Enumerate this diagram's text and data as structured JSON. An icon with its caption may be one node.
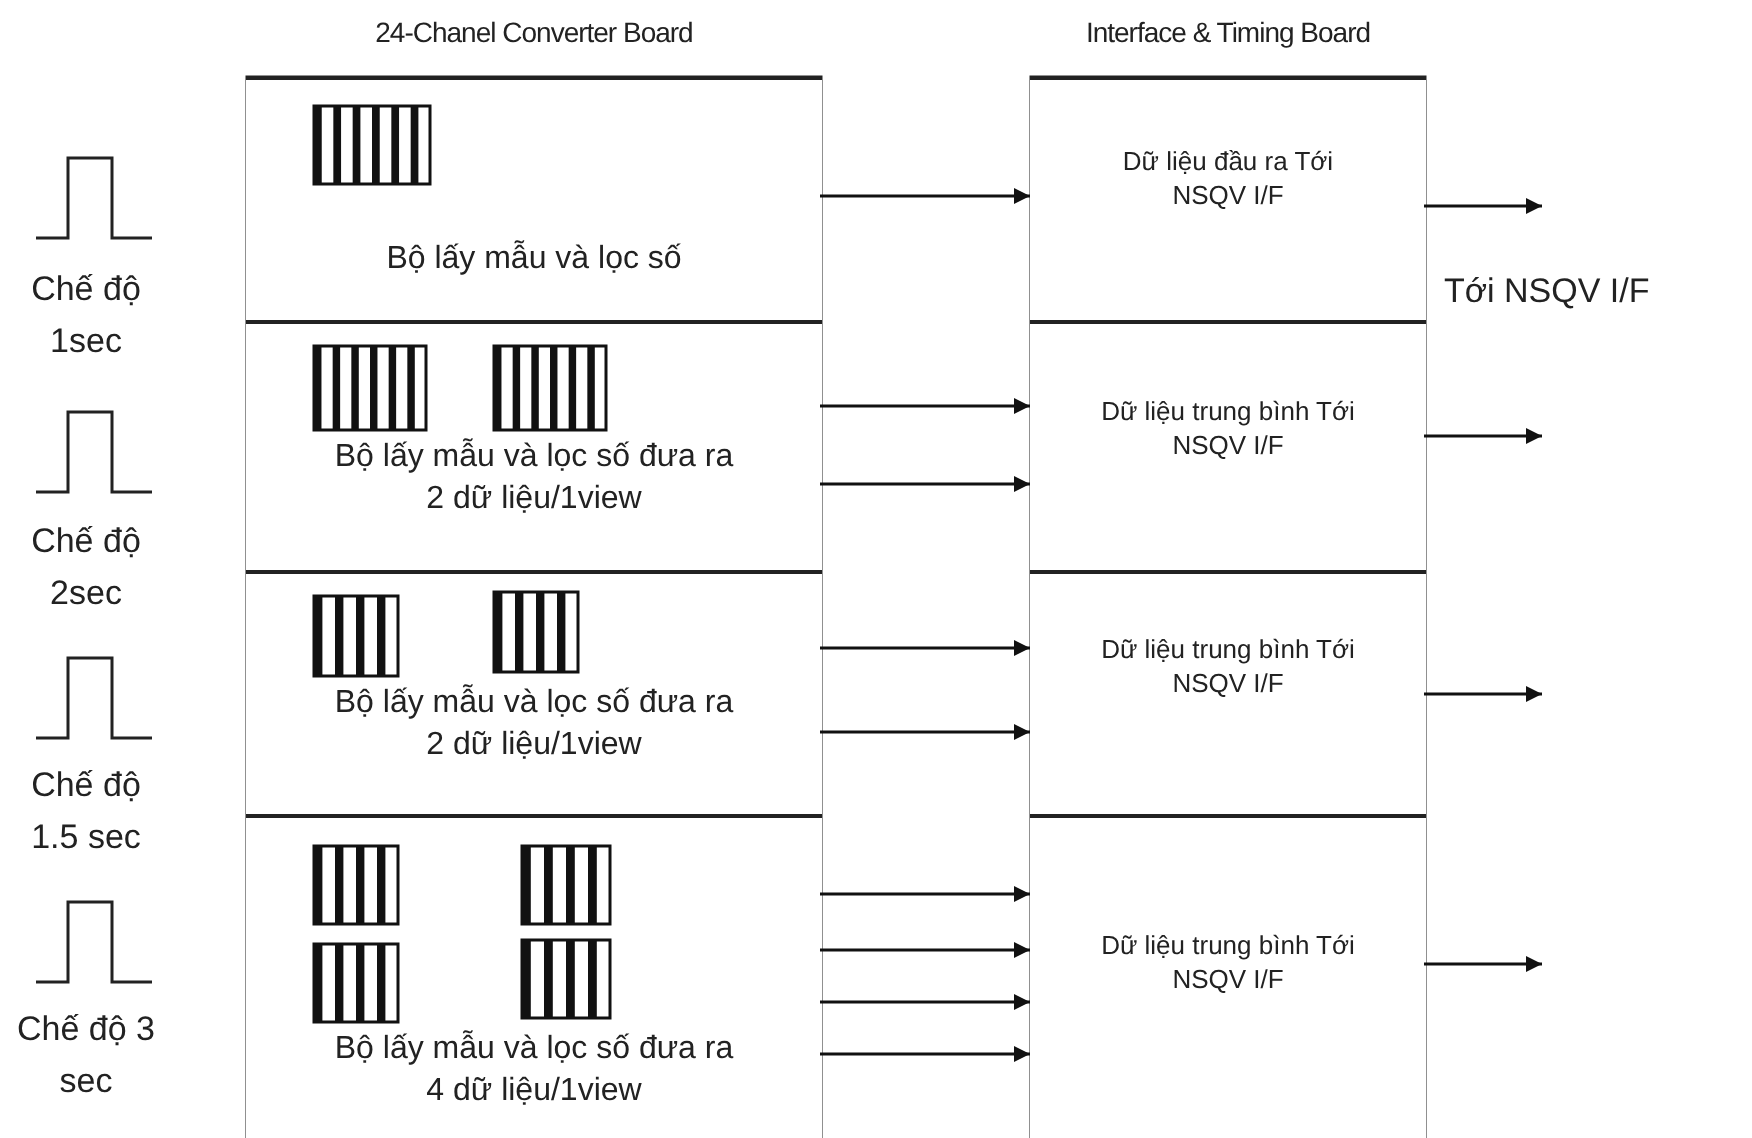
{
  "diagram": {
    "nodes": [
      {
        "text": [
          "24-Chanel Converter Board"
        ]
      },
      {
        "text": [
          "Bộ lấy mẫu và lọc số"
        ],
        "in": 0
      },
      {
        "text": [
          "Bộ lấy mẫu và lọc số đưa ra 2 dữ liệu/1view"
        ],
        "in": 0
      },
      {
        "text": [
          "Bộ lấy mẫu và lọc số đưa ra 2 dữ liệu/1view"
        ],
        "in": 0
      },
      {
        "text": [
          "Bộ lấy mẫu và lọc số đưa ra 4 dữ liệu/1view"
        ],
        "in": 0
      },
      {
        "text": [
          "Interface & Timing Board"
        ]
      },
      {
        "text": [
          "Dữ liệu đầu ra Tới NSQV I/F"
        ],
        "in": 5
      },
      {
        "text": [
          "Dữ liệu trung bình Tới NSQV I/F"
        ],
        "in": 5
      },
      {
        "text": [
          "Dữ liệu trung bình Tới NSQV I/F"
        ],
        "in": 5
      },
      {
        "text": [
          "Dữ liệu trung bình Tới NSQV I/F"
        ],
        "in": 5
      }
    ],
    "edges": [
      {
        "from": 1,
        "to": 6,
        "arrow": "to"
      },
      {
        "from": 2,
        "to": 7,
        "arrow": "to"
      },
      {
        "from": 2,
        "to": 7,
        "arrow": "to"
      },
      {
        "from": 3,
        "to": 8,
        "arrow": "to"
      },
      {
        "from": 3,
        "to": 8,
        "arrow": "to"
      },
      {
        "from": 4,
        "to": 9,
        "arrow": "to"
      },
      {
        "from": 4,
        "to": 9,
        "arrow": "to"
      },
      {
        "from": 4,
        "to": 9,
        "arrow": "to"
      },
      {
        "from": 4,
        "to": 9,
        "arrow": "to"
      },
      {
        "from": 6,
        "to": null,
        "arrow": "to",
        "label": "Tới NSQV I/F"
      },
      {
        "from": 7,
        "to": null,
        "arrow": "to"
      },
      {
        "from": 8,
        "to": null,
        "arrow": "to"
      },
      {
        "from": 9,
        "to": null,
        "arrow": "to"
      }
    ],
    "labels": [
      "Chế độ 1sec",
      "Chế độ 2sec",
      "Chế độ 1.5 sec",
      "Chế độ 3 sec"
    ]
  }
}
